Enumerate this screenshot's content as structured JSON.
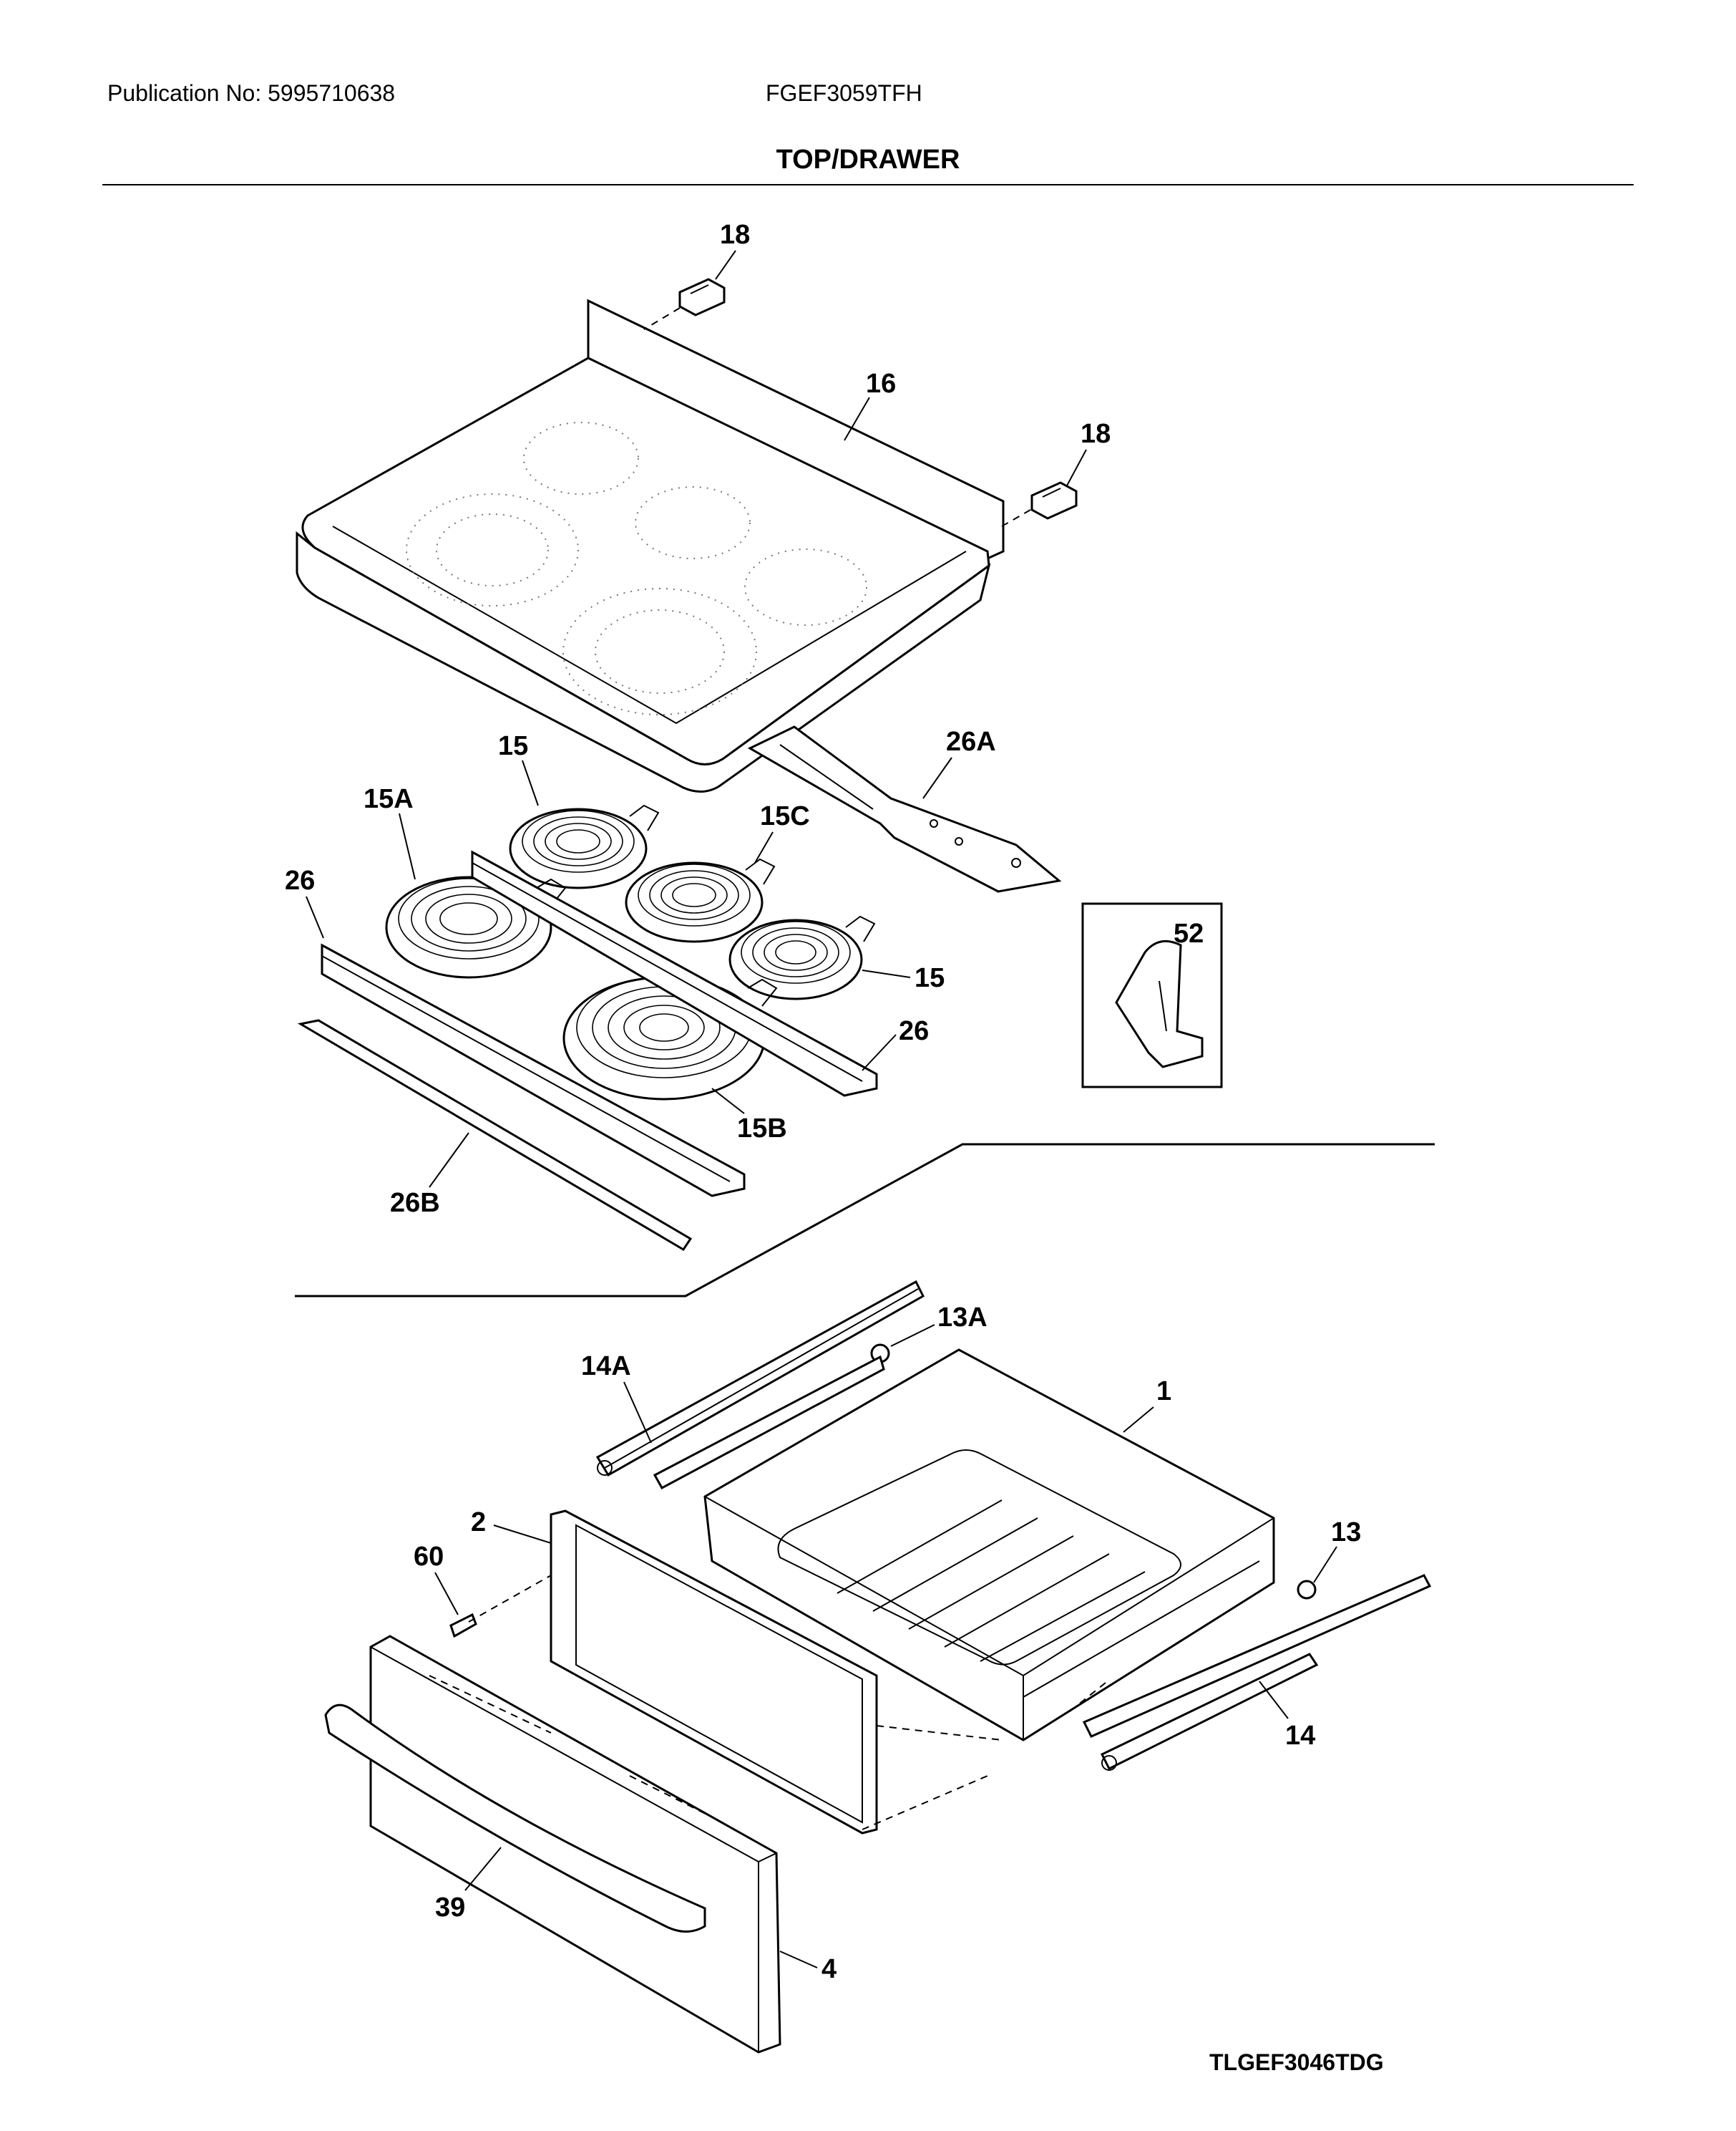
{
  "header": {
    "publication": "Publication No: 5995710638",
    "model": "FGEF3059TFH",
    "section_title": "TOP/DRAWER"
  },
  "callouts": {
    "c18a": "18",
    "c16": "16",
    "c18b": "18",
    "c15": "15",
    "c26A": "26A",
    "c15A": "15A",
    "c15C": "15C",
    "c26a": "26",
    "c52": "52",
    "c15b": "15",
    "c26b": "26",
    "c15B": "15B",
    "c26B": "26B",
    "c13A": "13A",
    "c14A": "14A",
    "c1": "1",
    "c2": "2",
    "c13": "13",
    "c60": "60",
    "c14": "14",
    "c39": "39",
    "c4": "4"
  },
  "footer": {
    "drawing_code": "TLGEF3046TDG"
  }
}
